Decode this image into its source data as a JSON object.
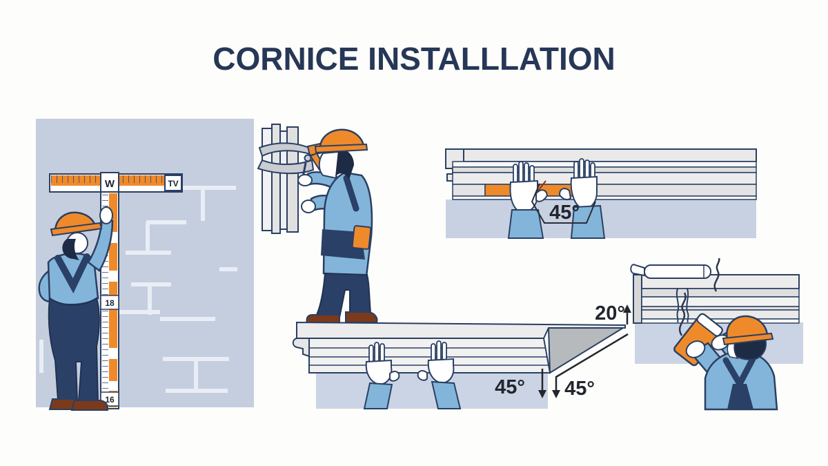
{
  "title": "CORNICE INSTALLLATION",
  "colors": {
    "title_navy": "#263757",
    "outline_navy": "#2A3F63",
    "accent_orange": "#EF8A2B",
    "shirt_blue": "#82B5D9",
    "overall_navy": "#2B4066",
    "wall_blue": "#C5CEDE",
    "brick_joint": "#E9EEF6",
    "cornice_gray": "#ECECEC",
    "miter_cut_gray": "#B7BABD",
    "shoe_brown": "#7A3A1B",
    "label_dark": "#23262E"
  },
  "scenes": {
    "measuring": {
      "ruler_center_label": "W",
      "ruler_end_label": "TV",
      "ruler_mark_mid": "18",
      "ruler_mark_bottom": "16"
    },
    "miter_fit": {
      "angle_label": "45°"
    },
    "cornice_mounting": {
      "angle_label_left": "45°",
      "angle_label_right": "45°",
      "slope_label": "20°"
    }
  }
}
